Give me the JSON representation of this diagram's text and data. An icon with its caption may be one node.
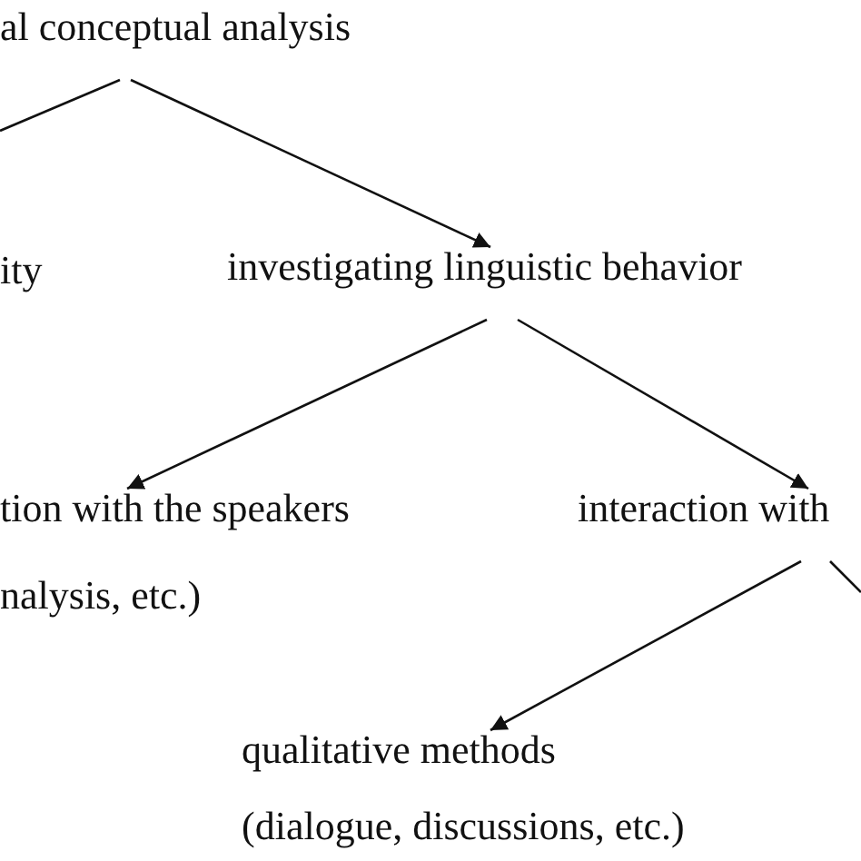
{
  "diagram": {
    "nodes": [
      {
        "text": [
          "al conceptual analysis"
        ]
      },
      {
        "text": [
          "ity"
        ]
      },
      {
        "text": [
          "investigating linguistic behavior"
        ]
      },
      {
        "text": [
          "tion with the speakers",
          "nalysis, etc.)"
        ]
      },
      {
        "text": [
          "interaction with"
        ]
      },
      {
        "text": [
          "qualitative methods",
          "(dialogue, discussions, etc.)"
        ]
      }
    ],
    "edges": [
      {
        "from": 0,
        "to": null,
        "arrow": "none"
      },
      {
        "from": 0,
        "to": 2,
        "arrow": "to"
      },
      {
        "from": 2,
        "to": 3,
        "arrow": "to"
      },
      {
        "from": 2,
        "to": 4,
        "arrow": "to"
      },
      {
        "from": 4,
        "to": null,
        "arrow": "none"
      },
      {
        "from": 4,
        "to": 5,
        "arrow": "to"
      }
    ]
  }
}
